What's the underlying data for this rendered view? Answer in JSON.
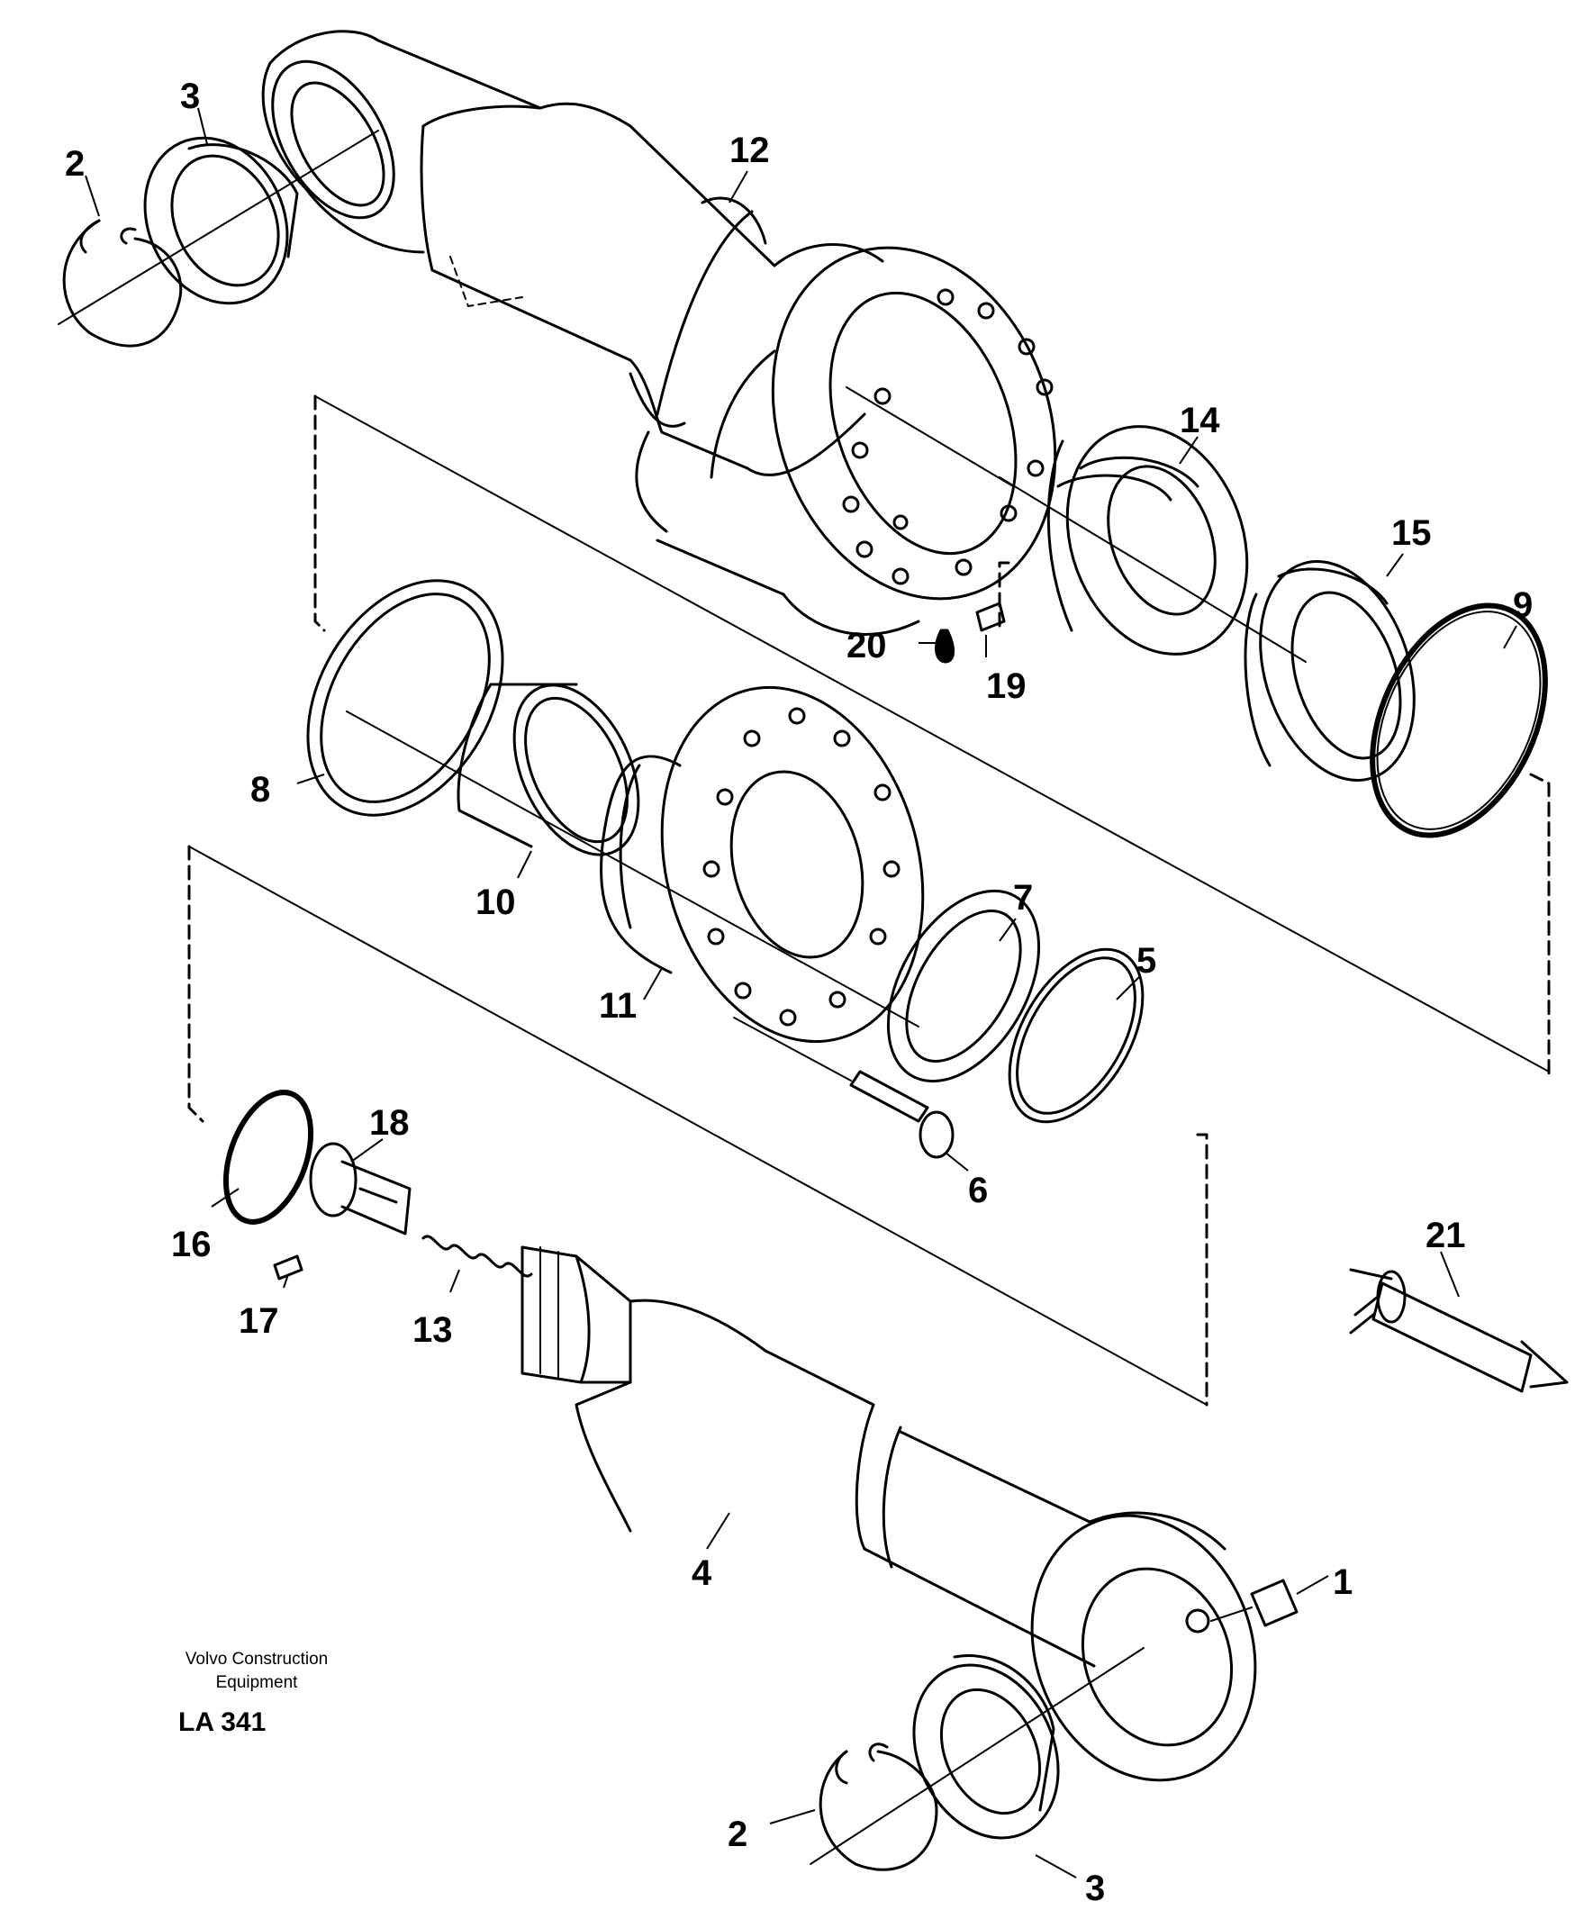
{
  "drawing": {
    "brand_line1": "Volvo Construction",
    "brand_line2": "Equipment",
    "code": "LA 341"
  },
  "callouts": [
    {
      "id": "c1",
      "text": "1"
    },
    {
      "id": "c2a",
      "text": "2"
    },
    {
      "id": "c2b",
      "text": "2"
    },
    {
      "id": "c3a",
      "text": "3"
    },
    {
      "id": "c3b",
      "text": "3"
    },
    {
      "id": "c4",
      "text": "4"
    },
    {
      "id": "c5",
      "text": "5"
    },
    {
      "id": "c6",
      "text": "6"
    },
    {
      "id": "c7",
      "text": "7"
    },
    {
      "id": "c8",
      "text": "8"
    },
    {
      "id": "c9",
      "text": "9"
    },
    {
      "id": "c10",
      "text": "10"
    },
    {
      "id": "c11",
      "text": "11"
    },
    {
      "id": "c12",
      "text": "12"
    },
    {
      "id": "c13",
      "text": "13"
    },
    {
      "id": "c14",
      "text": "14"
    },
    {
      "id": "c15",
      "text": "15"
    },
    {
      "id": "c16",
      "text": "16"
    },
    {
      "id": "c17",
      "text": "17"
    },
    {
      "id": "c18",
      "text": "18"
    },
    {
      "id": "c19",
      "text": "19"
    },
    {
      "id": "c20",
      "text": "20"
    },
    {
      "id": "c21",
      "text": "21"
    }
  ]
}
